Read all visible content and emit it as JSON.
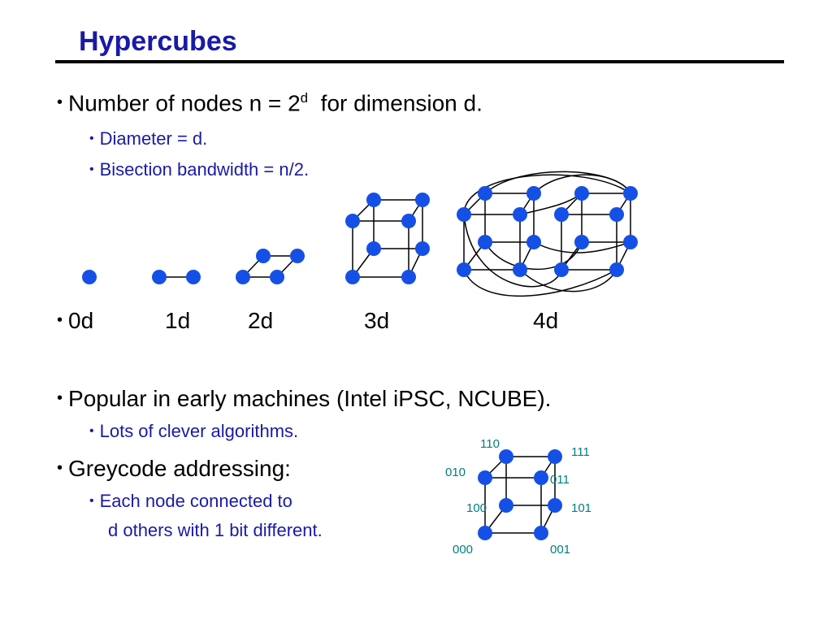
{
  "slide": {
    "title": "Hypercubes",
    "bullet_char": "•",
    "bullets": [
      {
        "prefix": "Number of nodes n = 2",
        "sup": "d",
        "suffix": "  for dimension d."
      },
      {
        "text": "Diameter = d."
      },
      {
        "text": "Bisection bandwidth = n/2."
      },
      {
        "text": "0d"
      },
      {
        "text": "Popular in early machines (Intel iPSC, NCUBE)."
      },
      {
        "text": "Lots of clever algorithms."
      },
      {
        "text": "Greycode addressing:"
      },
      {
        "text": "Each node connected to",
        "text2": "d others with 1 bit different."
      }
    ],
    "dimension_labels": [
      "1d",
      "2d",
      "3d",
      "4d"
    ],
    "greycode_labels": [
      "110",
      "111",
      "010",
      "011",
      "100",
      "101",
      "000",
      "001"
    ]
  },
  "colors": {
    "title": "#1a1aa6",
    "sub_bullet_text": "#1a1aa6",
    "node": "#1550e6",
    "edge": "#000000",
    "greycode_label": "#00807a"
  }
}
